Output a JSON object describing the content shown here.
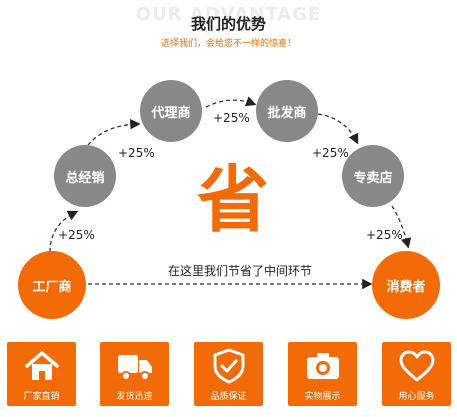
{
  "header": {
    "bg_title": "OUR ADVANTAGE",
    "title": "我们的优势",
    "subtitle": "选择我们，会给您不一样的惊喜！"
  },
  "flow": {
    "nodes": {
      "factory": "工厂商",
      "distributor": "总经销",
      "agent": "代理商",
      "wholesaler": "批发商",
      "store": "专卖店",
      "consumer": "消费者"
    },
    "markups": [
      "+25%",
      "+25%",
      "+25%",
      "+25%",
      "+25%"
    ],
    "center_char": "省",
    "middle_note": "在这里我们节省了中间环节"
  },
  "features": [
    {
      "label": "厂家直销",
      "icon": "house-icon"
    },
    {
      "label": "发货迅速",
      "icon": "truck-icon"
    },
    {
      "label": "品质保证",
      "icon": "shield-check-icon"
    },
    {
      "label": "实物展示",
      "icon": "camera-icon"
    },
    {
      "label": "用心服务",
      "icon": "heart-icon"
    }
  ],
  "colors": {
    "accent": "#f26b06",
    "node_gray": "#888888",
    "text": "#222222"
  }
}
